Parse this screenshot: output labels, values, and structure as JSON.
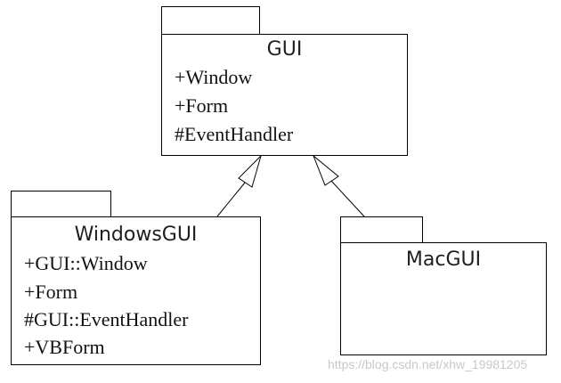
{
  "diagram": {
    "packages": {
      "gui": {
        "name": "GUI",
        "members": [
          "+Window",
          "+Form",
          "#EventHandler"
        ]
      },
      "windows_gui": {
        "name": "WindowsGUI",
        "members": [
          "+GUI::Window",
          "+Form",
          "#GUI::EventHandler",
          "+VBForm"
        ]
      },
      "mac_gui": {
        "name": "MacGUI",
        "members": []
      }
    },
    "relationships": [
      {
        "type": "generalization",
        "from": "WindowsGUI",
        "to": "GUI"
      },
      {
        "type": "generalization",
        "from": "MacGUI",
        "to": "GUI"
      }
    ]
  },
  "watermark": "https://blog.csdn.net/xhw_19981205"
}
